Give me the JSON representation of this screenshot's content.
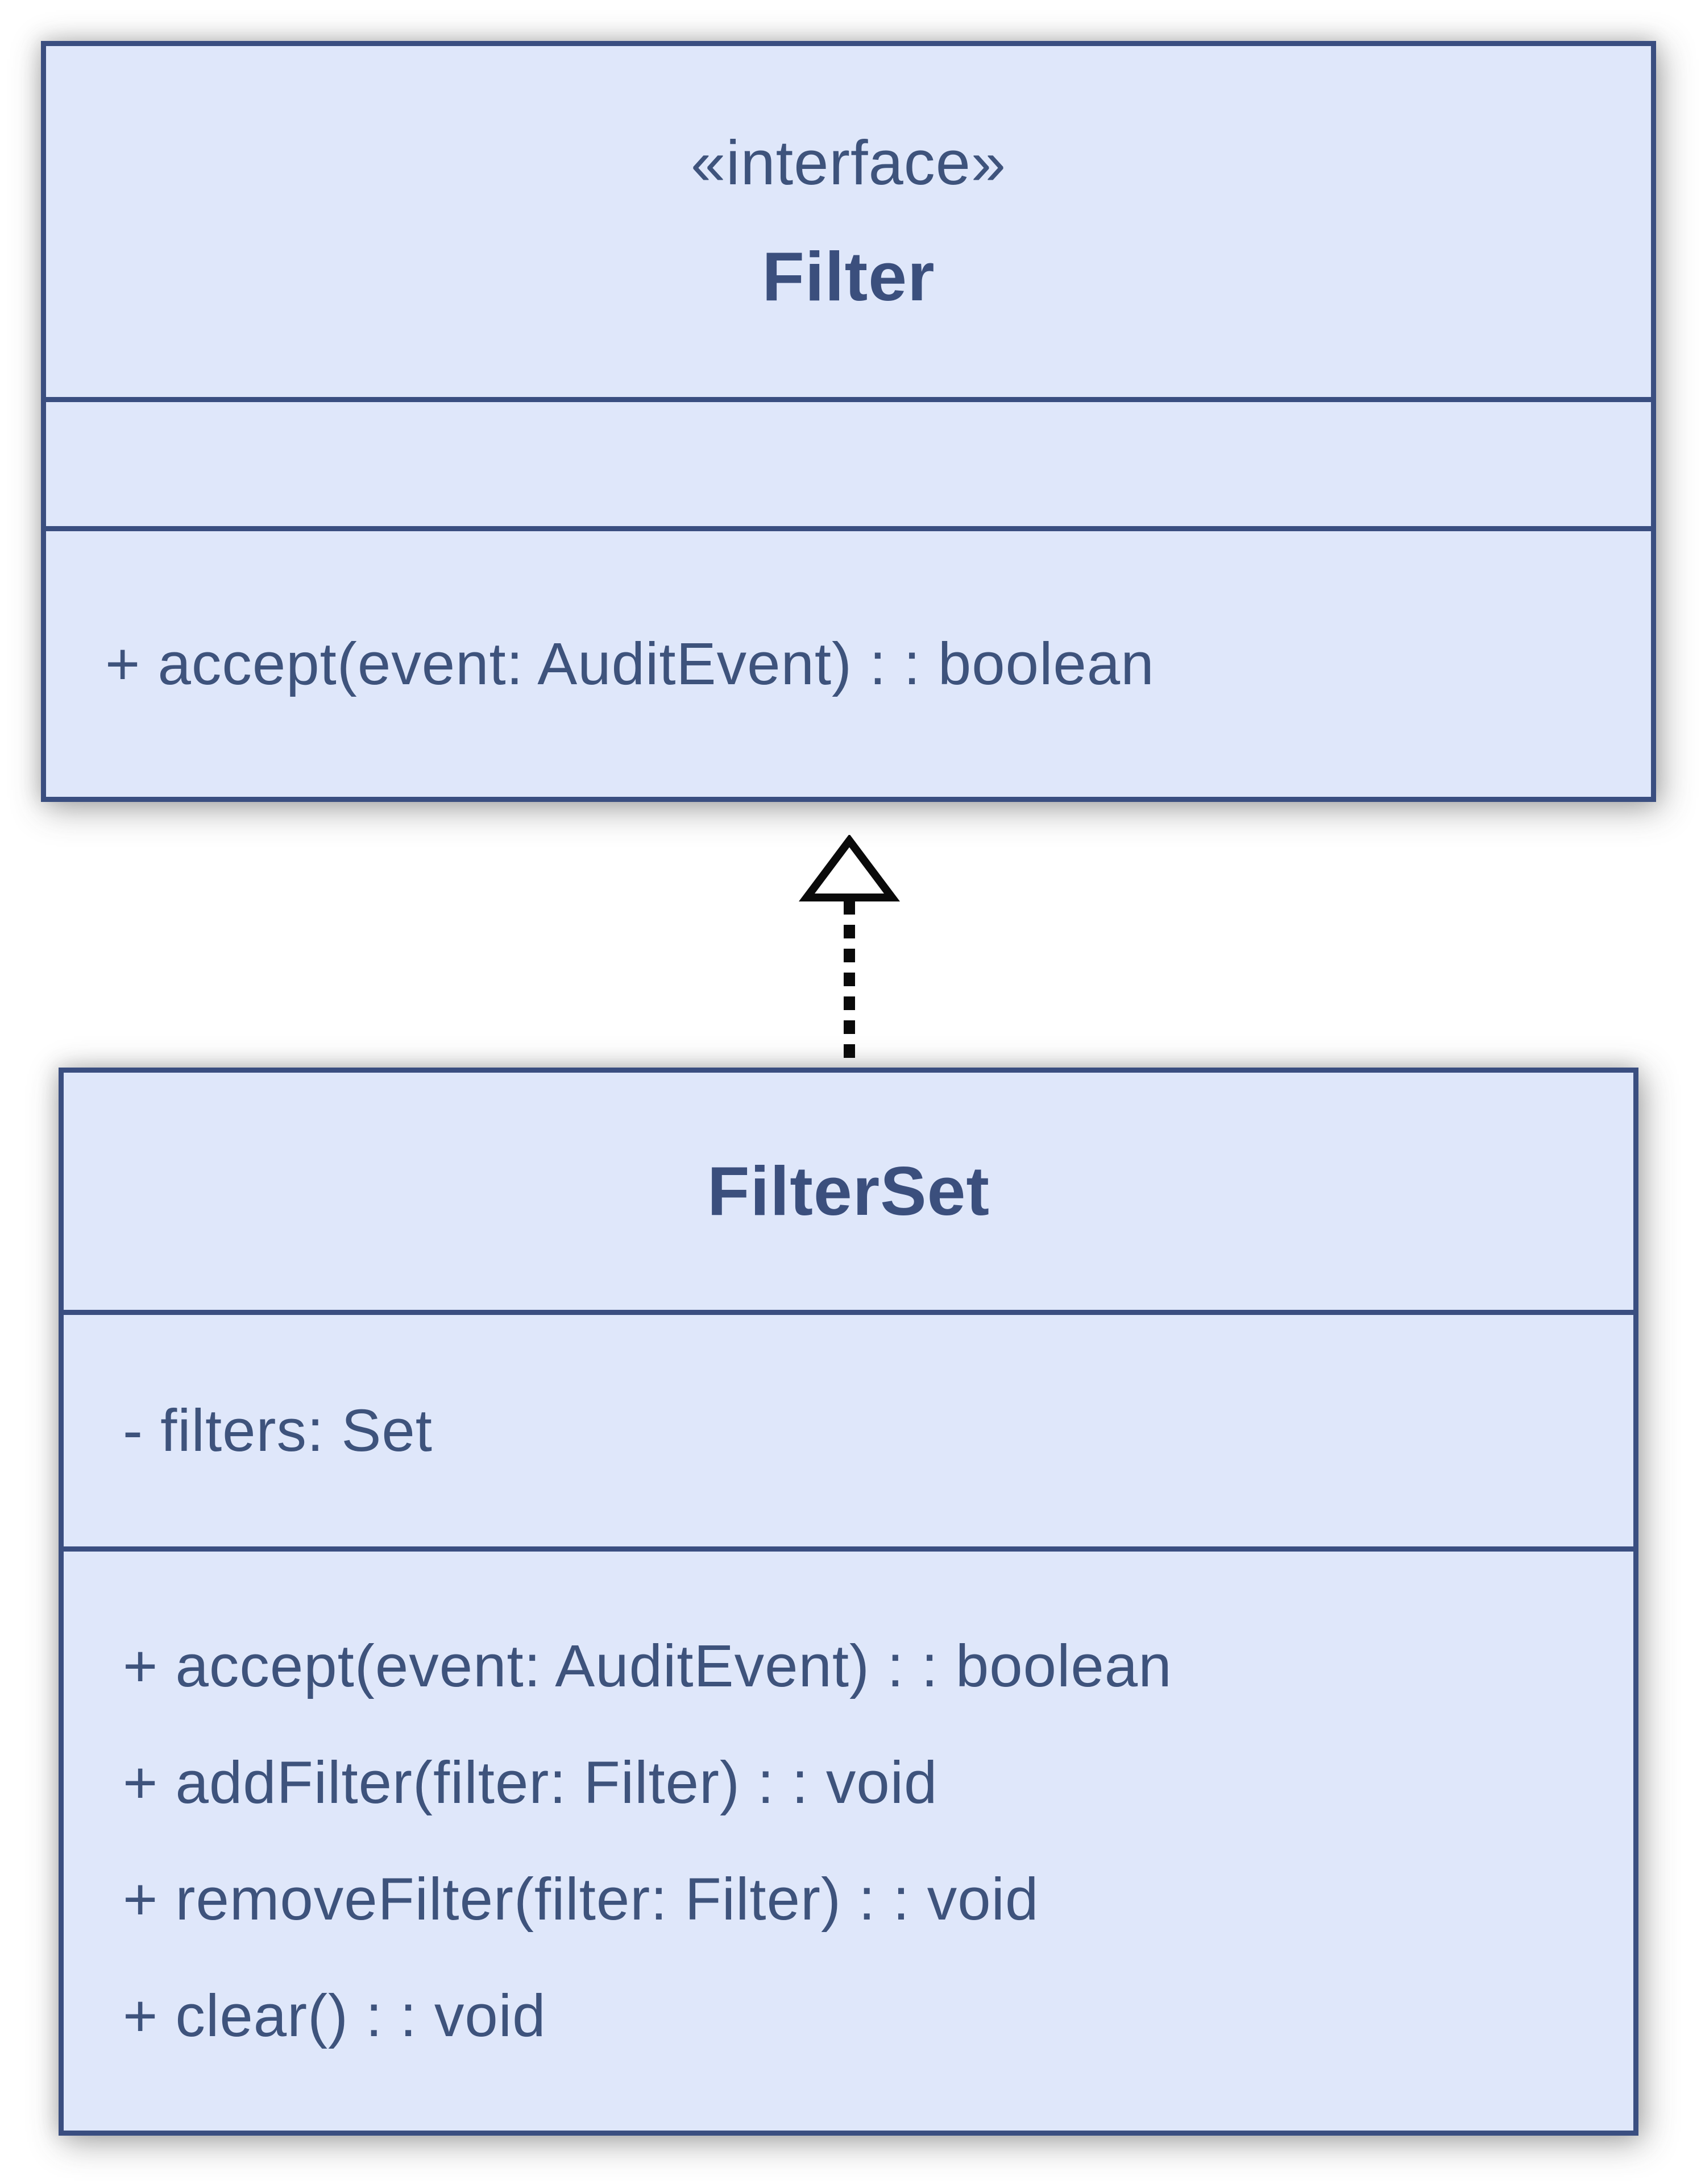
{
  "diagram": {
    "type": "uml-class-diagram",
    "interface_class": {
      "stereotype": "«interface»",
      "name": "Filter",
      "attributes": [],
      "methods": [
        "+ accept(event: AuditEvent) : : boolean"
      ]
    },
    "implementation_class": {
      "name": "FilterSet",
      "attributes": [
        "- filters: Set"
      ],
      "methods": [
        "+ accept(event: AuditEvent) : : boolean",
        "+ addFilter(filter: Filter) : : void",
        "+ removeFilter(filter: Filter) : : void",
        "+ clear() : : void"
      ]
    },
    "relationship": {
      "type": "realization",
      "from": "FilterSet",
      "to": "Filter",
      "style": "dashed-line-hollow-triangle"
    },
    "colors": {
      "box_fill": "#dfe7fa",
      "box_border": "#3a4e80",
      "text": "#3e537c",
      "arrow": "#0a0a0a",
      "background": "#ffffff"
    }
  }
}
